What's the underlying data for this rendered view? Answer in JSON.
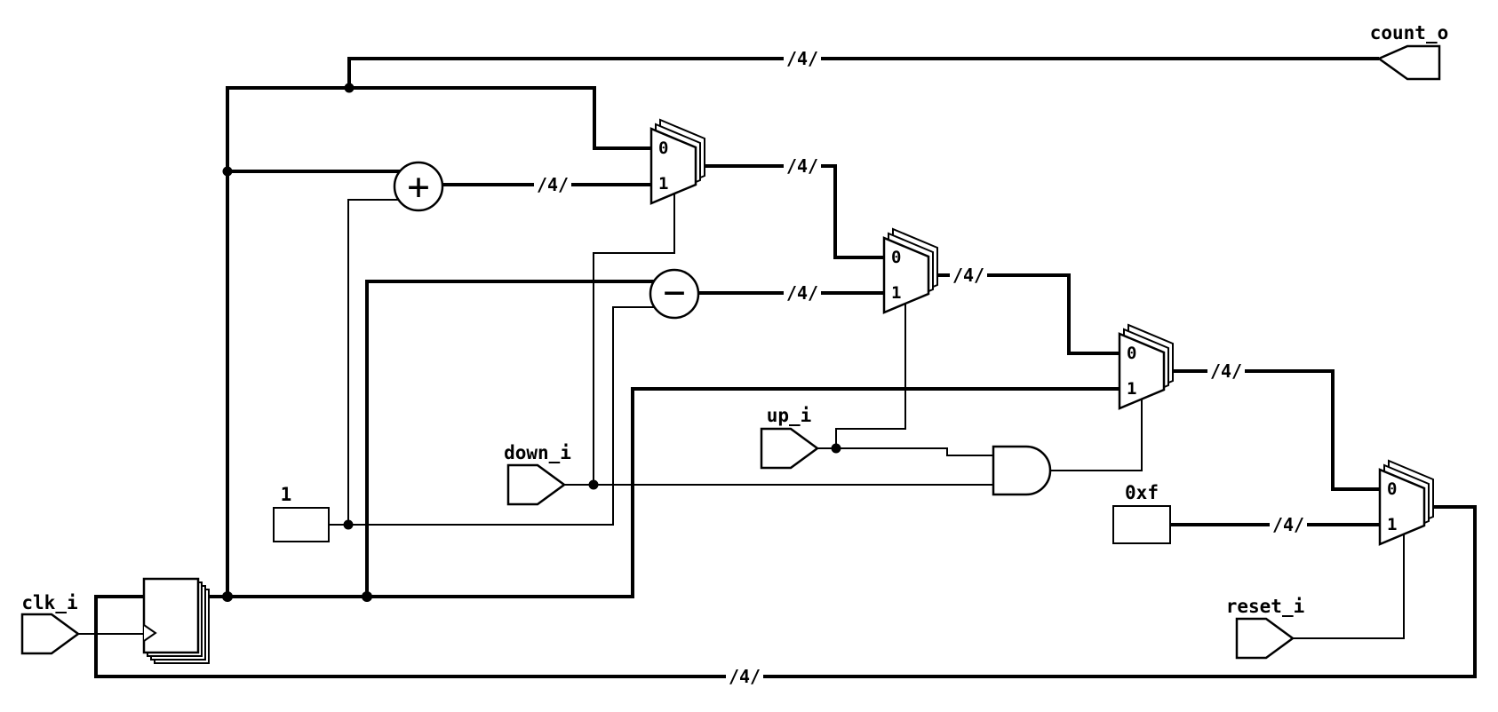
{
  "diagram_type": "digital-logic-schematic",
  "colors": {
    "ink": "#000000",
    "paper": "#ffffff"
  },
  "labels": {
    "clk_i": "clk_i",
    "up_i": "up_i",
    "down_i": "down_i",
    "reset_i": "reset_i",
    "count_o": "count_o",
    "const_one": "1",
    "const_hex_f": "0xf",
    "bus_width": "/4/",
    "mux_in0": "0",
    "mux_in1": "1",
    "adder_symbol": "+",
    "subtractor_symbol": "−"
  },
  "netlist": {
    "inputs": [
      "clk_i",
      "up_i",
      "down_i",
      "reset_i"
    ],
    "outputs": [
      "count_o"
    ],
    "constants": [
      "1",
      "0xf"
    ],
    "bus_width": 4,
    "components": [
      {
        "id": "register",
        "type": "multi-bit-register",
        "clock": "clk_i",
        "d": "mux_reset.out",
        "q": [
          "count_o",
          "adder.a",
          "subtractor.a",
          "mux_add.in0",
          "mux_hold.in1"
        ]
      },
      {
        "id": "adder",
        "type": "add",
        "inputs": [
          "register.q",
          "1"
        ],
        "out": "mux_add.in1"
      },
      {
        "id": "subtractor",
        "type": "subtract",
        "inputs": [
          "register.q",
          "1"
        ],
        "out": "mux_sub.in1"
      },
      {
        "id": "mux_add",
        "type": "mux2",
        "in0": "register.q",
        "in1": "adder.out",
        "select": "down_i",
        "out": "mux_sub.in0"
      },
      {
        "id": "mux_sub",
        "type": "mux2",
        "in0": "mux_add.out",
        "in1": "subtractor.out",
        "select": "up_i",
        "out": "mux_hold.in0"
      },
      {
        "id": "mux_hold",
        "type": "mux2",
        "in0": "mux_sub.out",
        "in1": "register.q",
        "select": "and_gate.out",
        "out": "mux_reset.in0"
      },
      {
        "id": "mux_reset",
        "type": "mux2",
        "in0": "mux_hold.out",
        "in1": "0xf",
        "select": "reset_i",
        "out": "register.d"
      },
      {
        "id": "and_gate",
        "type": "and",
        "inputs": [
          "up_i",
          "down_i"
        ],
        "out": "mux_hold.select"
      }
    ]
  }
}
